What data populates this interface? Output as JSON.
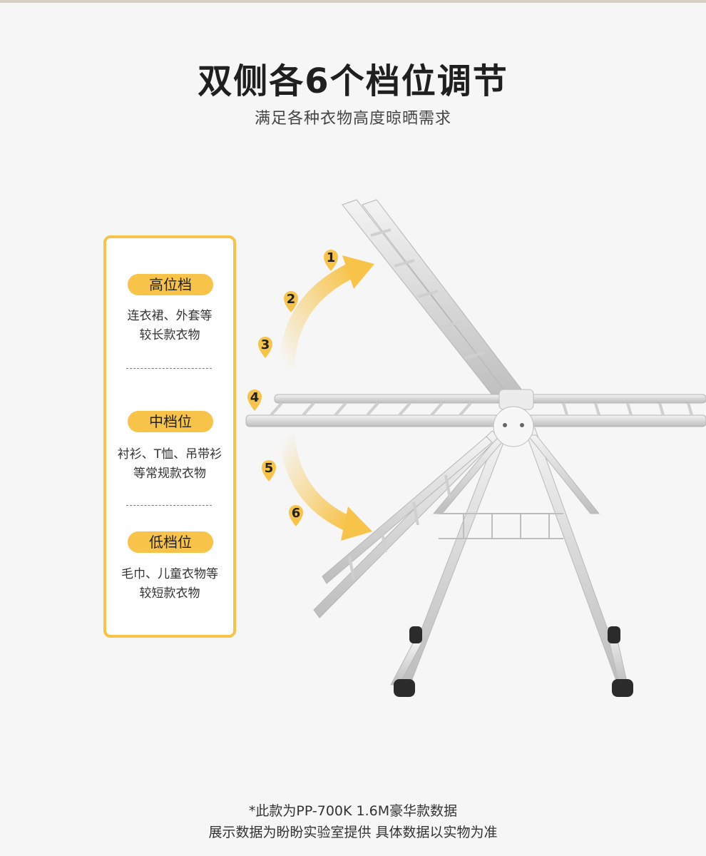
{
  "title": "双侧各6个档位调节",
  "subtitle": "满足各种衣物高度晾晒需求",
  "levels": [
    {
      "label": "高位档",
      "desc_line1": "连衣裙、外套等",
      "desc_line2": "较长款衣物"
    },
    {
      "label": "中档位",
      "desc_line1": "衬衫、T恤、吊带衫",
      "desc_line2": "等常规款衣物"
    },
    {
      "label": "低档位",
      "desc_line1": "毛巾、儿童衣物等",
      "desc_line2": "较短款衣物"
    }
  ],
  "gear_markers": [
    "1",
    "2",
    "3",
    "4",
    "5",
    "6"
  ],
  "footer": {
    "line1": "*此款为PP-700K 1.6M豪华款数据",
    "line2": "展示数据为盼盼实验室提供 具体数据以实物为准"
  },
  "colors": {
    "accent": "#f7c348",
    "background": "#f6f6f6",
    "title": "#1f1f1f"
  }
}
